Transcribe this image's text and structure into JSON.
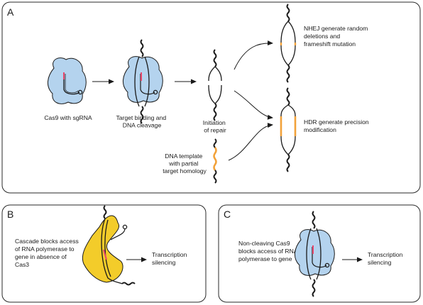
{
  "panels": {
    "a": {
      "letter": "A",
      "steps": {
        "cas9": [
          "Cas9 with sgRNA"
        ],
        "binding": [
          "Target binding and",
          "DNA cleavage"
        ],
        "repair": [
          "Initiation",
          "of repair"
        ],
        "template": [
          "DNA template",
          "with partial",
          "target homology"
        ]
      },
      "outcomes": {
        "nhej": [
          "NHEJ generate random",
          "deletions and",
          "frameshift mutation"
        ],
        "hdr": [
          "HDR generate precision",
          "modification"
        ]
      }
    },
    "b": {
      "letter": "B",
      "description": [
        "Cascade blocks access",
        "of RNA polymerase to",
        "gene in absence of",
        "Cas3"
      ],
      "result": [
        "Transcription",
        "silencing"
      ]
    },
    "c": {
      "letter": "C",
      "description": [
        "Non-cleaving Cas9",
        "blocks access of RNA",
        "polymerase to gene"
      ],
      "result": [
        "Transcription",
        "silencing"
      ]
    }
  },
  "colors": {
    "cas9": "#b4d3ee",
    "cascade": "#f3cc2a",
    "repair_insert": "#f2a23a",
    "cut_site": "#e8456a",
    "outline": "#1a1a1a",
    "panel_border": "#2a2a2a"
  }
}
